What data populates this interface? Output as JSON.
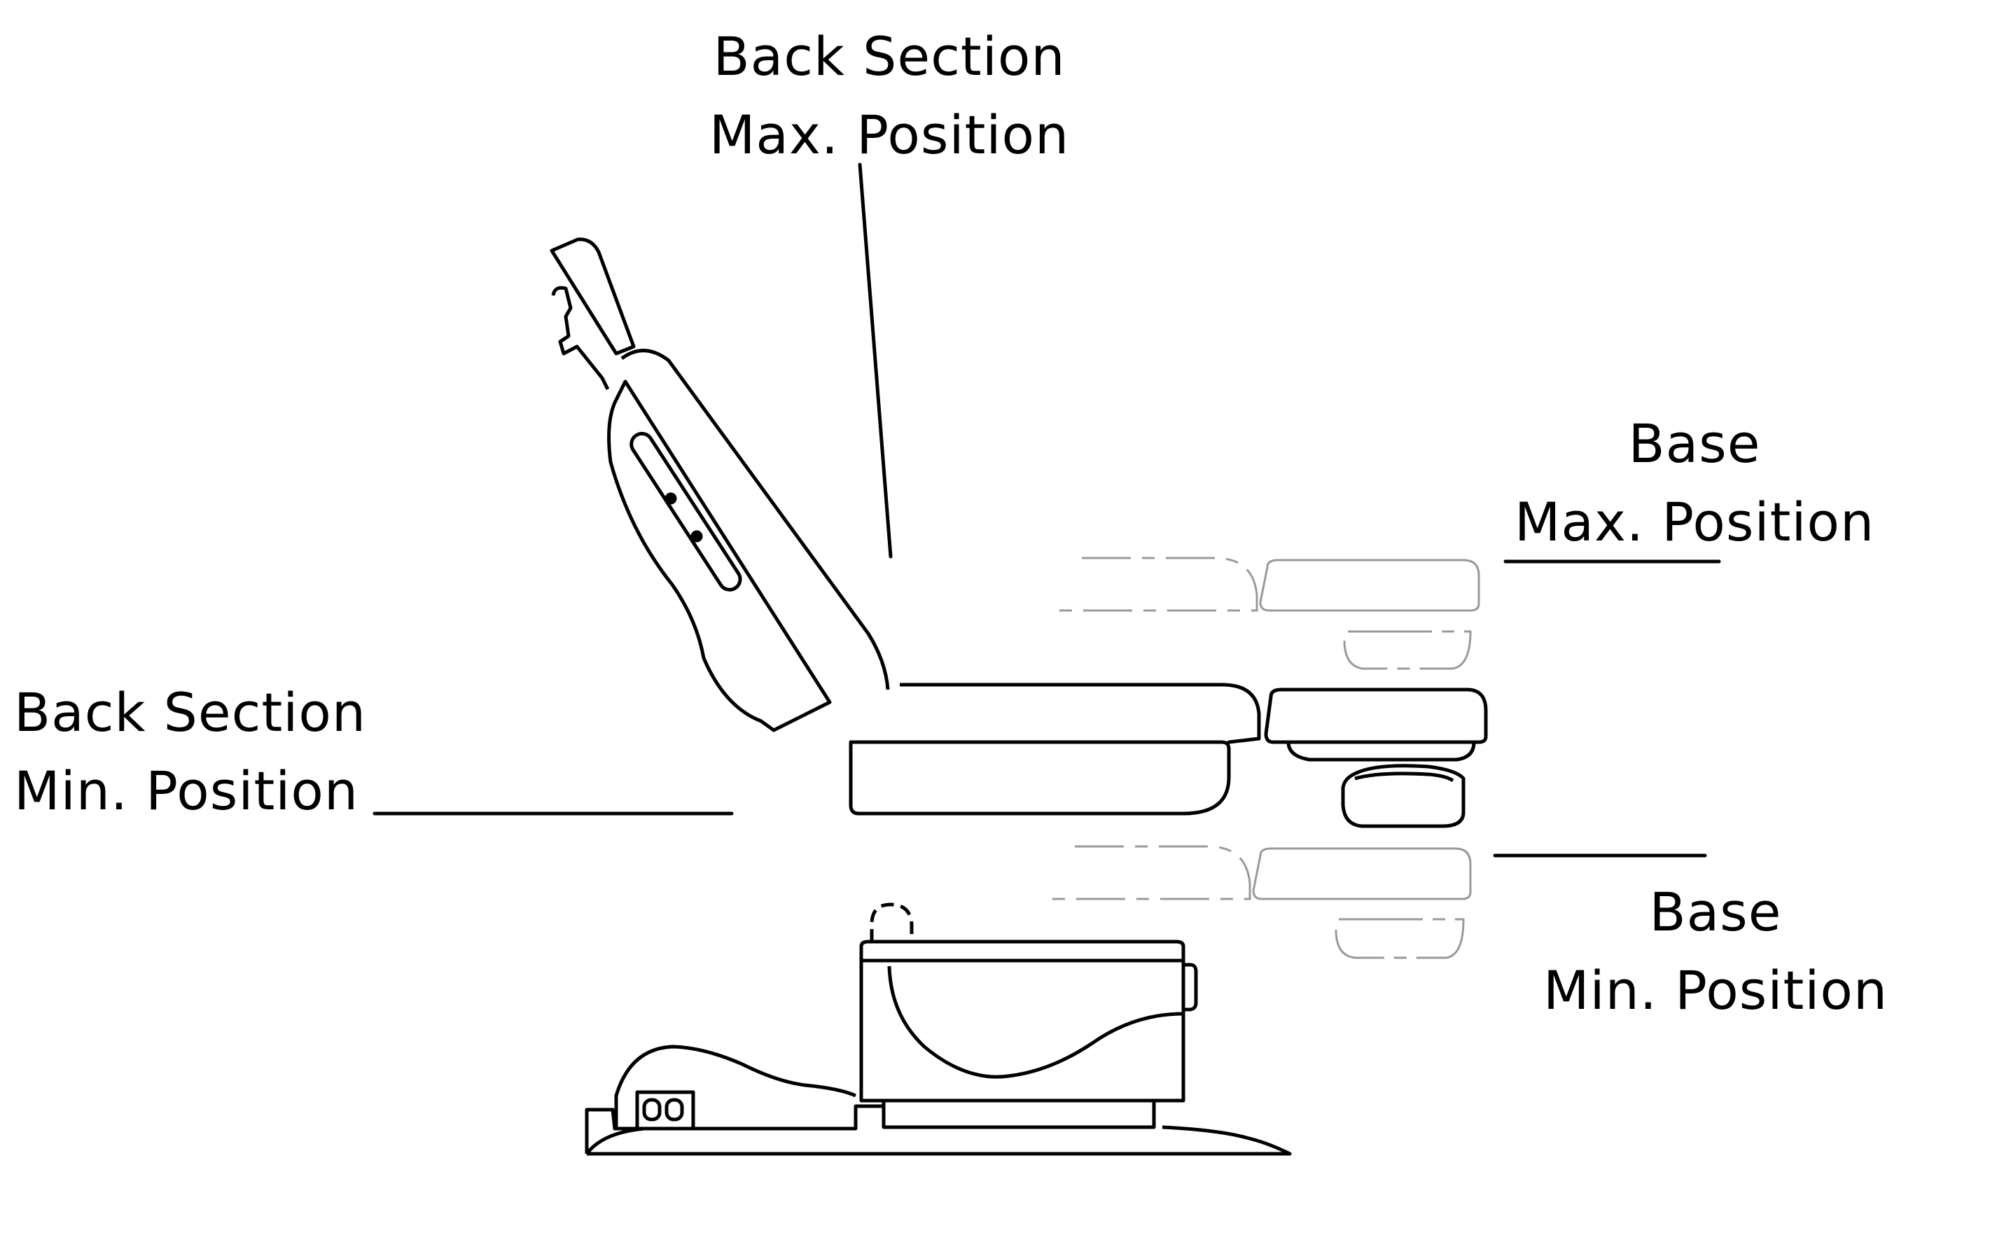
{
  "labels": {
    "back_max": {
      "line1": "Back Section",
      "line2": "Max. Position"
    },
    "back_min": {
      "line1": "Back Section",
      "line2": "Min. Position"
    },
    "base_max": {
      "line1": "Base",
      "line2": "Max. Position"
    },
    "base_min": {
      "line1": "Base",
      "line2": "Min. Position"
    }
  },
  "colors": {
    "outline": "#000000",
    "ghost_outline": "#9a9a9a",
    "background": "#ffffff"
  }
}
